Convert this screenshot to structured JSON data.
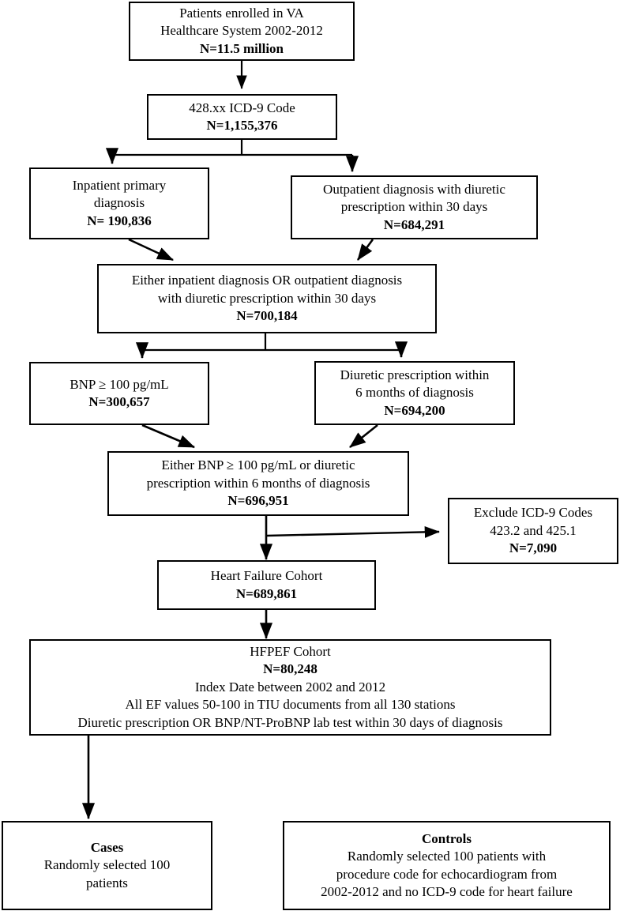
{
  "diagram": {
    "title": "Heart Failure / HFPEF cohort selection flowchart",
    "type": "flowchart",
    "line_color": "#000000",
    "background": "#ffffff"
  },
  "nodes": {
    "enrolled": {
      "lines": [
        {
          "text": "Patients enrolled in VA",
          "bold": false
        },
        {
          "text": "Healthcare System 2002-2012",
          "bold": false
        },
        {
          "text": "N=11.5 million",
          "bold": true
        }
      ]
    },
    "icd9": {
      "lines": [
        {
          "text": "428.xx ICD-9 Code",
          "bold": false
        },
        {
          "text": "N=1,155,376",
          "bold": true
        }
      ]
    },
    "inpatient": {
      "lines": [
        {
          "text": "Inpatient primary",
          "bold": false
        },
        {
          "text": "diagnosis",
          "bold": false
        },
        {
          "text": "N= 190,836",
          "bold": true
        }
      ]
    },
    "outpatient": {
      "lines": [
        {
          "text": "Outpatient diagnosis with diuretic",
          "bold": false
        },
        {
          "text": "prescription within 30 days",
          "bold": false
        },
        {
          "text": "N=684,291",
          "bold": true
        }
      ]
    },
    "either_diag": {
      "lines": [
        {
          "text": "Either inpatient diagnosis OR outpatient diagnosis",
          "bold": false
        },
        {
          "text": "with diuretic prescription within 30 days",
          "bold": false
        },
        {
          "text": "N=700,184",
          "bold": true
        }
      ]
    },
    "bnp": {
      "lines": [
        {
          "text": "BNP ≥ 100 pg/mL",
          "bold": false
        },
        {
          "text": "N=300,657",
          "bold": true
        }
      ]
    },
    "diuretic6mo": {
      "lines": [
        {
          "text": "Diuretic prescription within",
          "bold": false
        },
        {
          "text": "6 months of diagnosis",
          "bold": false
        },
        {
          "text": "N=694,200",
          "bold": true
        }
      ]
    },
    "either_bnp": {
      "lines": [
        {
          "text": "Either BNP ≥ 100 pg/mL or diuretic",
          "bold": false
        },
        {
          "text": "prescription within 6 months of diagnosis",
          "bold": false
        },
        {
          "text": "N=696,951",
          "bold": true
        }
      ]
    },
    "exclude": {
      "lines": [
        {
          "text": "Exclude ICD-9 Codes",
          "bold": false
        },
        {
          "text": "423.2 and 425.1",
          "bold": false
        },
        {
          "text": "N=7,090",
          "bold": true
        }
      ]
    },
    "hf_cohort": {
      "lines": [
        {
          "text": "Heart Failure Cohort",
          "bold": false
        },
        {
          "text": "N=689,861",
          "bold": true
        }
      ]
    },
    "hfpef_cohort": {
      "lines": [
        {
          "text": "HFPEF Cohort",
          "bold": false
        },
        {
          "text": "N=80,248",
          "bold": true
        },
        {
          "text": "Index Date between 2002 and 2012",
          "bold": false
        },
        {
          "text": "All EF values 50-100 in TIU documents from all 130 stations",
          "bold": false
        },
        {
          "text": "Diuretic prescription OR BNP/NT-ProBNP lab test within 30 days of diagnosis",
          "bold": false
        }
      ]
    },
    "cases": {
      "lines": [
        {
          "text": "Cases",
          "bold": true
        },
        {
          "text": "Randomly selected 100",
          "bold": false
        },
        {
          "text": "patients",
          "bold": false
        }
      ]
    },
    "controls": {
      "lines": [
        {
          "text": "Controls",
          "bold": true
        },
        {
          "text": "Randomly selected 100 patients with",
          "bold": false
        },
        {
          "text": "procedure code for echocardiogram from",
          "bold": false
        },
        {
          "text": "2002-2012 and no ICD-9 code for heart failure",
          "bold": false
        }
      ]
    }
  }
}
